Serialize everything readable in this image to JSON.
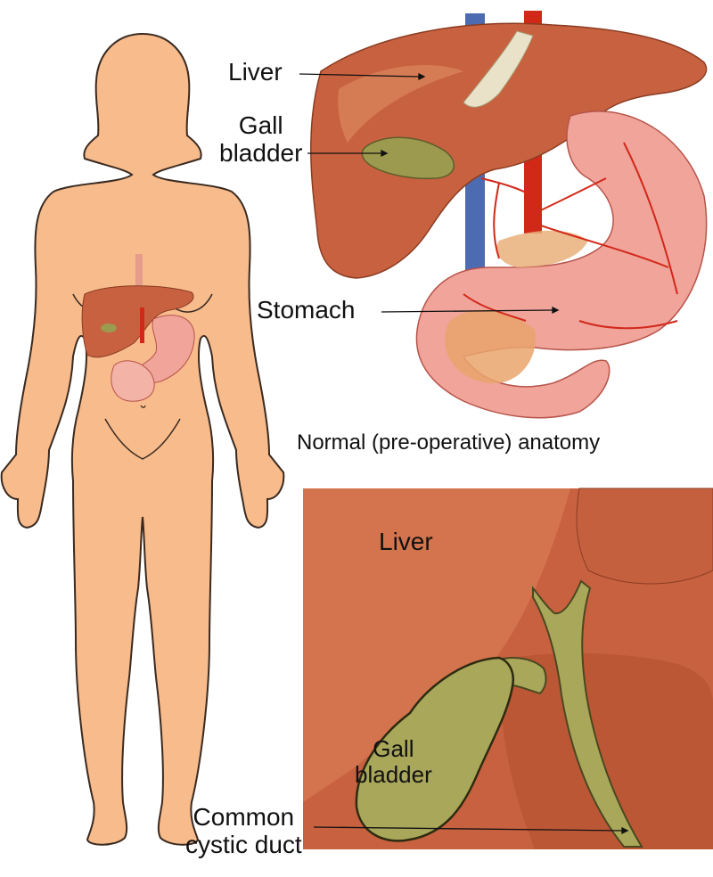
{
  "labels": {
    "liver_top": "Liver",
    "gallbladder_top": "Gall\nbladder",
    "stomach": "Stomach",
    "caption": "Normal (pre-operative) anatomy",
    "liver_detail": "Liver",
    "gallbladder_detail": "Gall\nbladder",
    "cystic_duct": "Common\ncystic duct"
  },
  "colors": {
    "skin": "#f7bb8c",
    "outline": "#3a2a20",
    "liver": "#c8613f",
    "liver_light": "#dc8760",
    "stomach": "#f0a49a",
    "gallbladder": "#9c9a4e",
    "artery": "#d2281a",
    "vein": "#4d6bb0"
  }
}
